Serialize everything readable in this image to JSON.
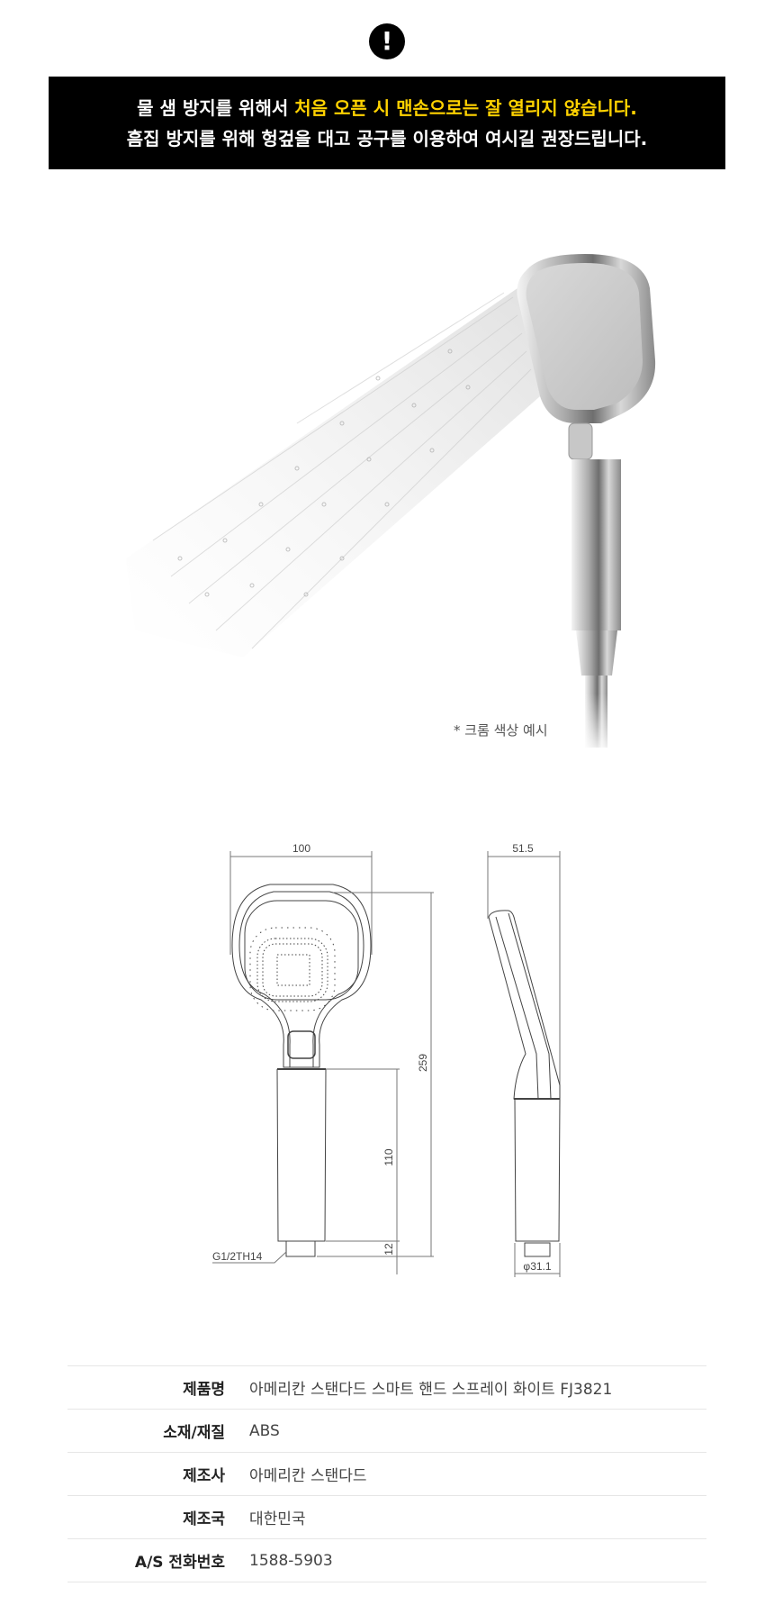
{
  "notice": {
    "icon": "exclamation-icon",
    "line1_plain": "물 샘 방지를 위해서 ",
    "line1_highlight": "처음 오픈 시 맨손으로는 잘 열리지 않습니다.",
    "line2": "흠집 방지를 위해 헝겊을 대고 공구를 이용하여 여시길 권장드립니다.",
    "highlight_color": "#ffd200",
    "background_color": "#000000"
  },
  "photo": {
    "description": "chrome hand shower with water spray",
    "caption": "* 크롬 색상 예시"
  },
  "drawing": {
    "front_width": "100",
    "total_height": "259",
    "handle_length": "110",
    "connector_length": "12",
    "thread_label": "G1/2TH14",
    "side_depth": "51.5",
    "handle_diameter": "φ31.1"
  },
  "spec": {
    "rows": [
      {
        "label": "제품명",
        "value": "아메리칸 스탠다드 스마트 핸드 스프레이 화이트 FJ3821"
      },
      {
        "label": "소재/재질",
        "value": "ABS"
      },
      {
        "label": "제조사",
        "value": "아메리칸 스탠다드"
      },
      {
        "label": "제조국",
        "value": "대한민국"
      },
      {
        "label": "A/S 전화번호",
        "value": "1588-5903"
      }
    ]
  }
}
